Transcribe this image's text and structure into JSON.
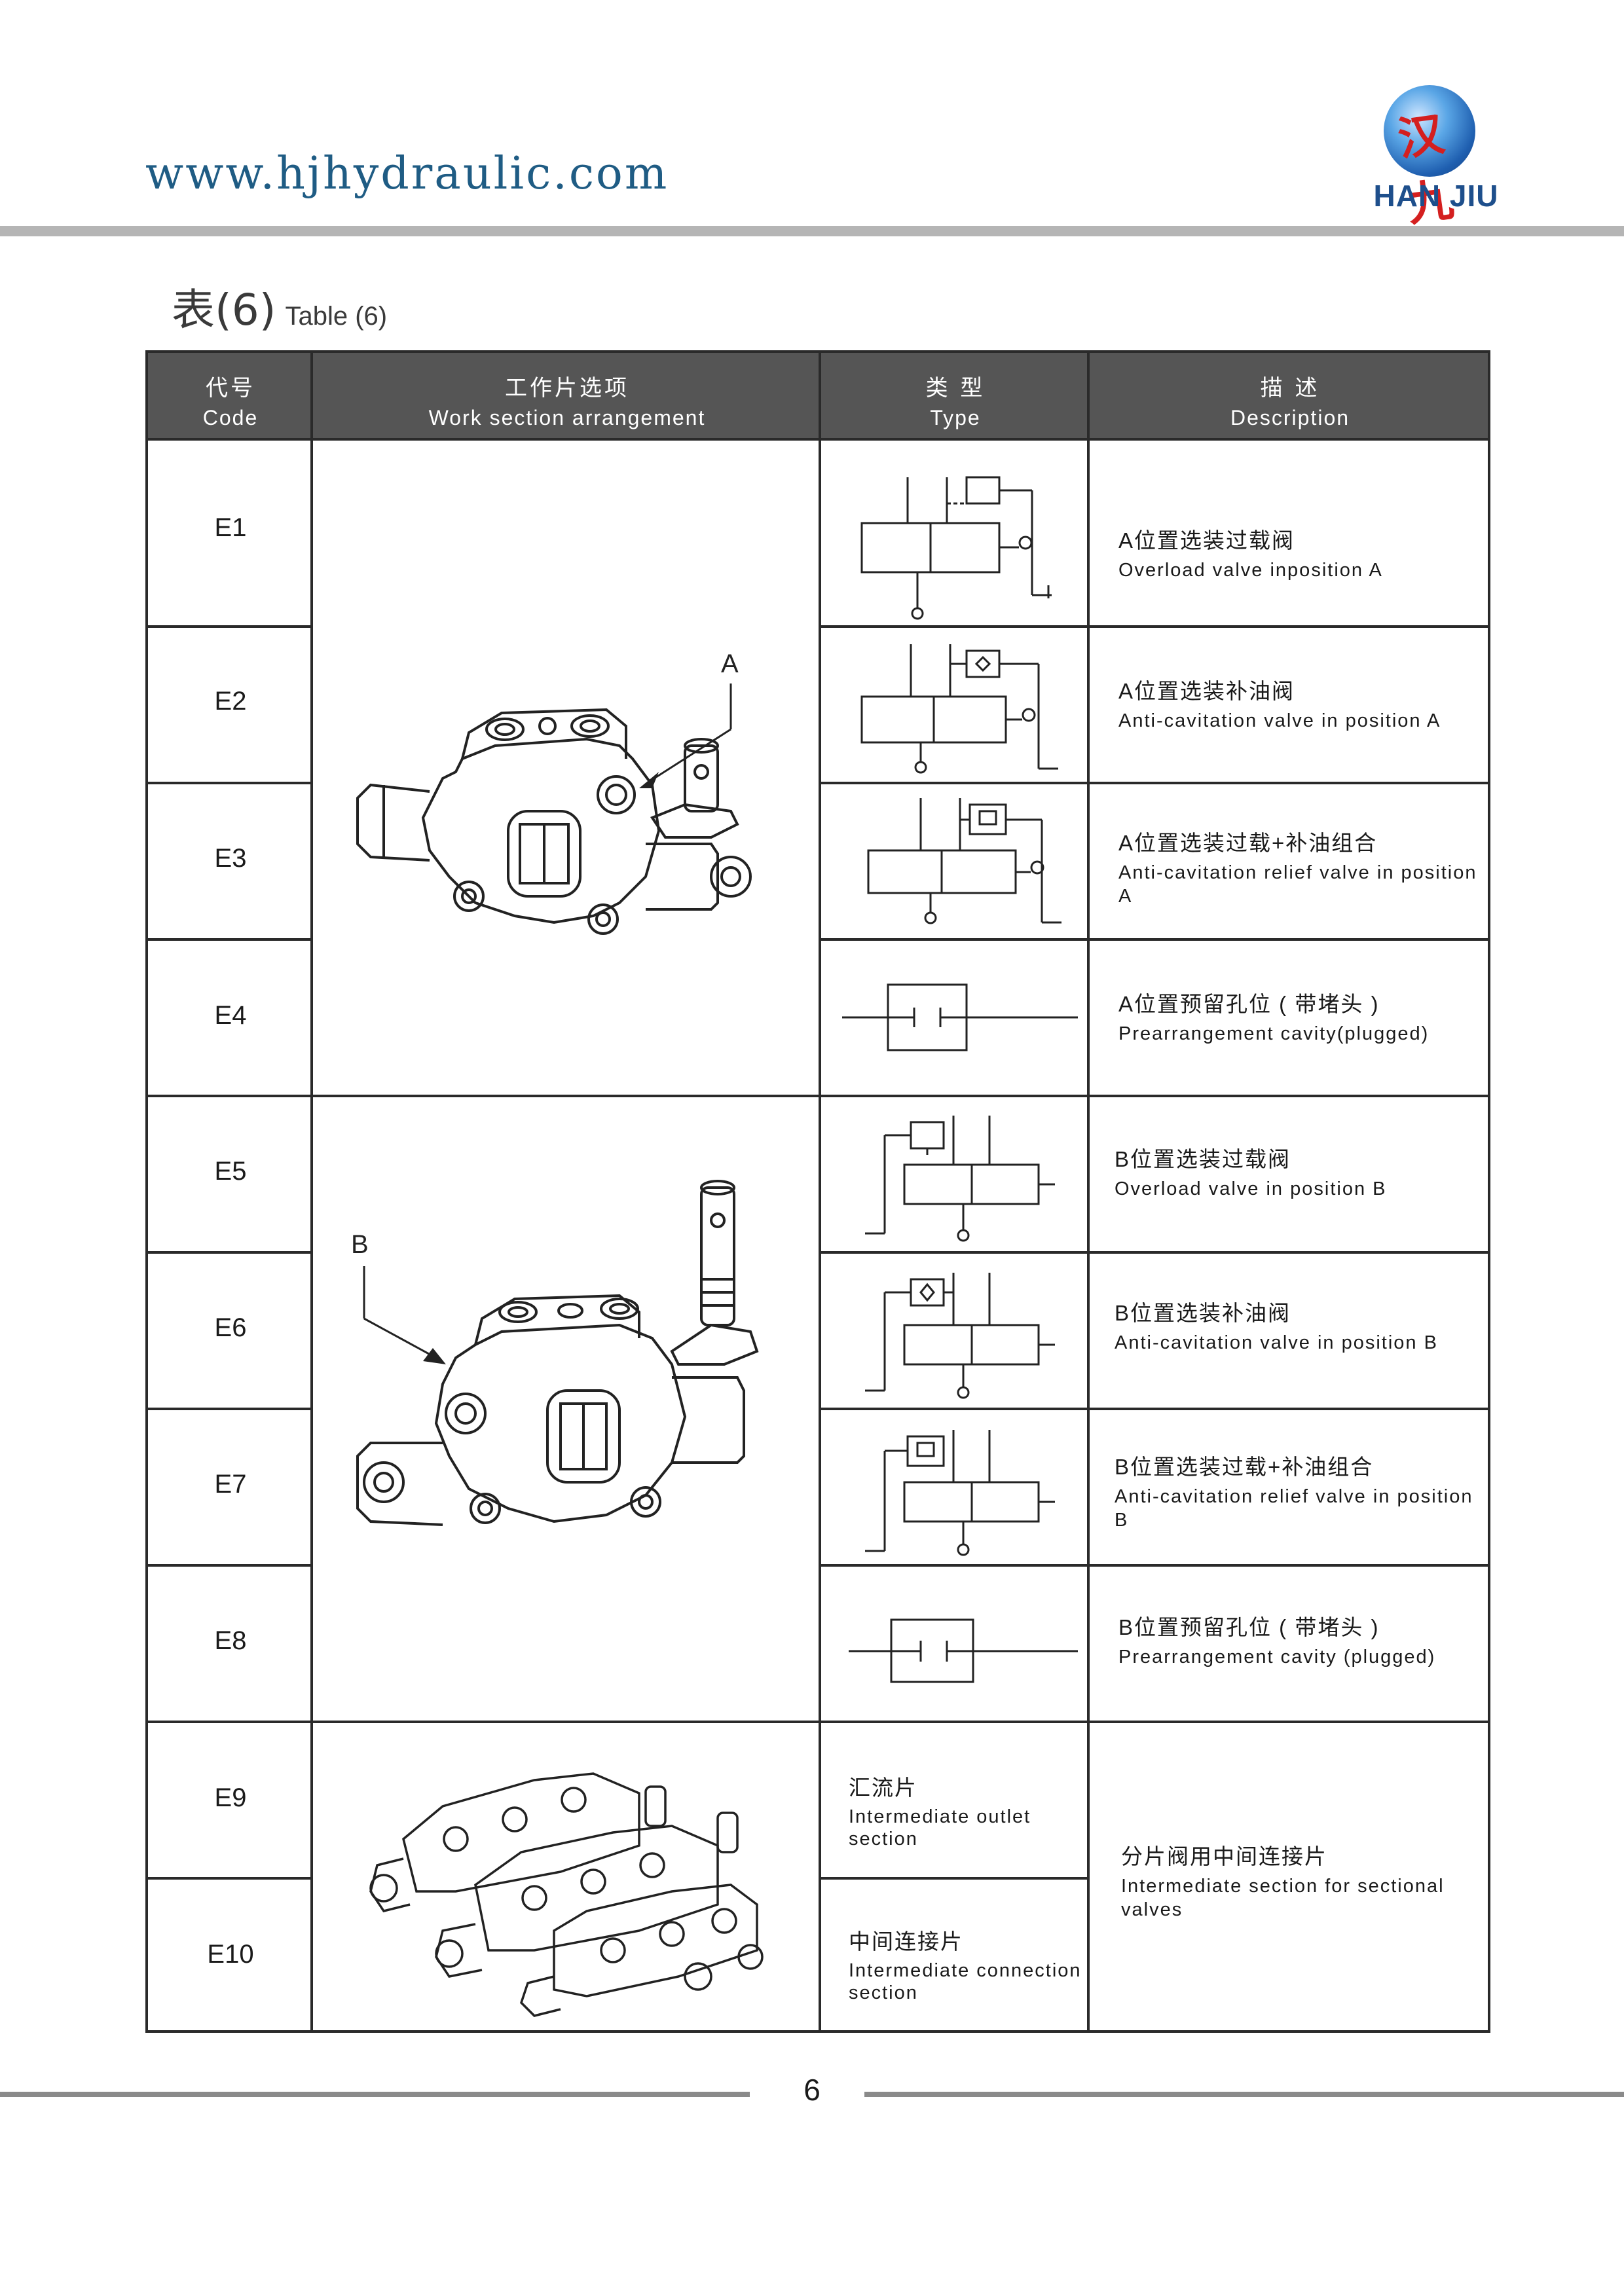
{
  "header": {
    "url": "www.hjhydraulic.com",
    "logo_mark": "汉九",
    "logo_text": "HAN JIU"
  },
  "table_title": {
    "zh": "表(6)",
    "en": "Table (6)"
  },
  "columns": [
    {
      "zh": "代号",
      "en": "Code"
    },
    {
      "zh": "工作片选项",
      "en": "Work section arrangement"
    },
    {
      "zh": "类 型",
      "en": "Type"
    },
    {
      "zh": "描 述",
      "en": "Description"
    }
  ],
  "rows": [
    {
      "code": "E1",
      "desc_zh": "A位置选装过载阀",
      "desc_en": "Overload valve inposition A"
    },
    {
      "code": "E2",
      "desc_zh": "A位置选装补油阀",
      "desc_en": "Anti-cavitation valve in position A"
    },
    {
      "code": "E3",
      "desc_zh": "A位置选装过载+补油组合",
      "desc_en": "Anti-cavitation relief valve in position A"
    },
    {
      "code": "E4",
      "desc_zh": "A位置预留孔位 ( 带堵头 )",
      "desc_en": "Prearrangement cavity(plugged)"
    },
    {
      "code": "E5",
      "desc_zh": "B位置选装过载阀",
      "desc_en": "Overload valve in position B"
    },
    {
      "code": "E6",
      "desc_zh": "B位置选装补油阀",
      "desc_en": "Anti-cavitation valve in position B"
    },
    {
      "code": "E7",
      "desc_zh": "B位置选装过载+补油组合",
      "desc_en": "Anti-cavitation relief valve in position B"
    },
    {
      "code": "E8",
      "desc_zh": "B位置预留孔位 ( 带堵头 )",
      "desc_en": "Prearrangement cavity (plugged)"
    },
    {
      "code": "E9",
      "type_zh": "汇流片",
      "type_en": "Intermediate outlet section"
    },
    {
      "code": "E10",
      "type_zh": "中间连接片",
      "type_en": "Intermediate connection section"
    }
  ],
  "e9_e10_desc": {
    "zh": "分片阀用中间连接片",
    "en": "Intermediate section for sectional valves"
  },
  "illustration_labels": {
    "a": "A",
    "b": "B"
  },
  "footer": {
    "page": "6"
  }
}
